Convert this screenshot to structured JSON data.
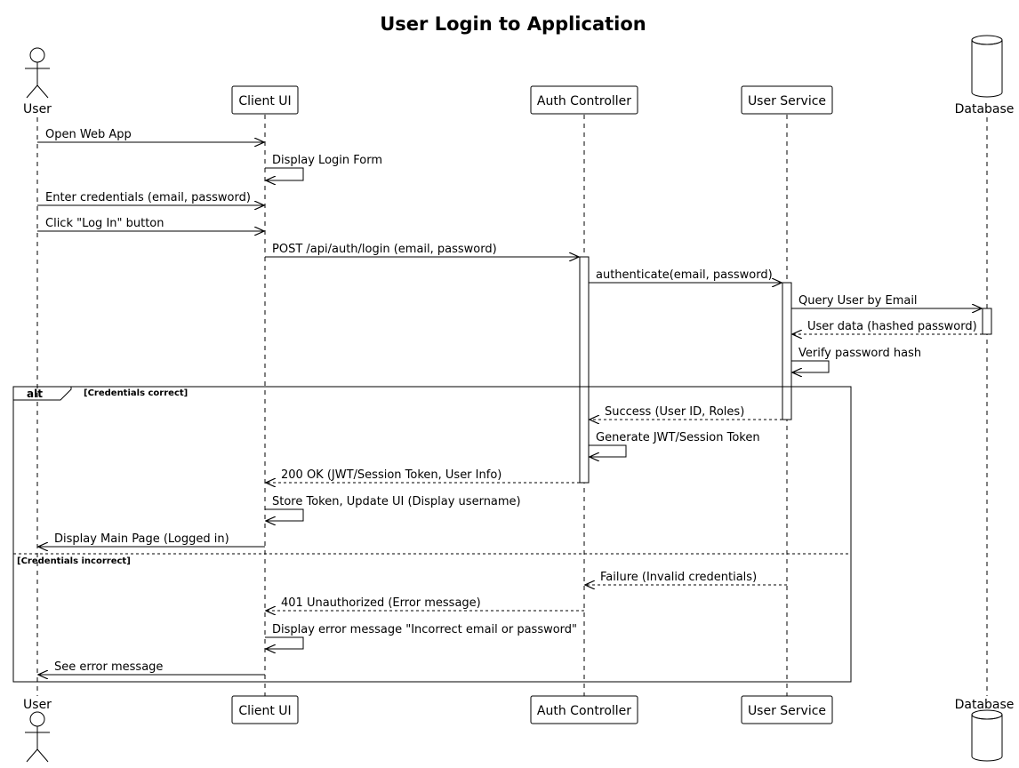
{
  "title": "User Login to Application",
  "participants": [
    {
      "id": "user",
      "label": "User",
      "kind": "actor"
    },
    {
      "id": "client",
      "label": "Client UI",
      "kind": "participant"
    },
    {
      "id": "auth",
      "label": "Auth Controller",
      "kind": "participant"
    },
    {
      "id": "svc",
      "label": "User Service",
      "kind": "participant"
    },
    {
      "id": "db",
      "label": "Database",
      "kind": "database"
    }
  ],
  "messages": [
    {
      "from": "user",
      "to": "client",
      "text": "Open Web App",
      "style": "solid"
    },
    {
      "from": "client",
      "to": "client",
      "text": "Display Login Form",
      "style": "solid"
    },
    {
      "from": "user",
      "to": "client",
      "text": "Enter credentials (email, password)",
      "style": "solid"
    },
    {
      "from": "user",
      "to": "client",
      "text": "Click \"Log In\" button",
      "style": "solid"
    },
    {
      "from": "client",
      "to": "auth",
      "text": "POST /api/auth/login (email, password)",
      "style": "solid"
    },
    {
      "from": "auth",
      "to": "svc",
      "text": "authenticate(email, password)",
      "style": "solid"
    },
    {
      "from": "svc",
      "to": "db",
      "text": "Query User by Email",
      "style": "solid"
    },
    {
      "from": "db",
      "to": "svc",
      "text": "User data (hashed password)",
      "style": "dashed"
    },
    {
      "from": "svc",
      "to": "svc",
      "text": "Verify password hash",
      "style": "solid"
    },
    {
      "from": "svc",
      "to": "auth",
      "text": "Success (User ID, Roles)",
      "style": "dashed"
    },
    {
      "from": "auth",
      "to": "auth",
      "text": "Generate JWT/Session Token",
      "style": "solid"
    },
    {
      "from": "auth",
      "to": "client",
      "text": "200 OK (JWT/Session Token, User Info)",
      "style": "dashed"
    },
    {
      "from": "client",
      "to": "client",
      "text": "Store Token, Update UI (Display username)",
      "style": "solid"
    },
    {
      "from": "client",
      "to": "user",
      "text": "Display Main Page (Logged in)",
      "style": "solid"
    },
    {
      "from": "svc",
      "to": "auth",
      "text": "Failure (Invalid credentials)",
      "style": "dashed"
    },
    {
      "from": "auth",
      "to": "client",
      "text": "401 Unauthorized (Error message)",
      "style": "dashed"
    },
    {
      "from": "client",
      "to": "client",
      "text": "Display error message \"Incorrect email or password\"",
      "style": "solid"
    },
    {
      "from": "client",
      "to": "user",
      "text": "See error message",
      "style": "solid"
    }
  ],
  "fragment": {
    "keyword": "alt",
    "branches": [
      {
        "guard": "[Credentials correct]"
      },
      {
        "guard": "[Credentials incorrect]"
      }
    ]
  }
}
